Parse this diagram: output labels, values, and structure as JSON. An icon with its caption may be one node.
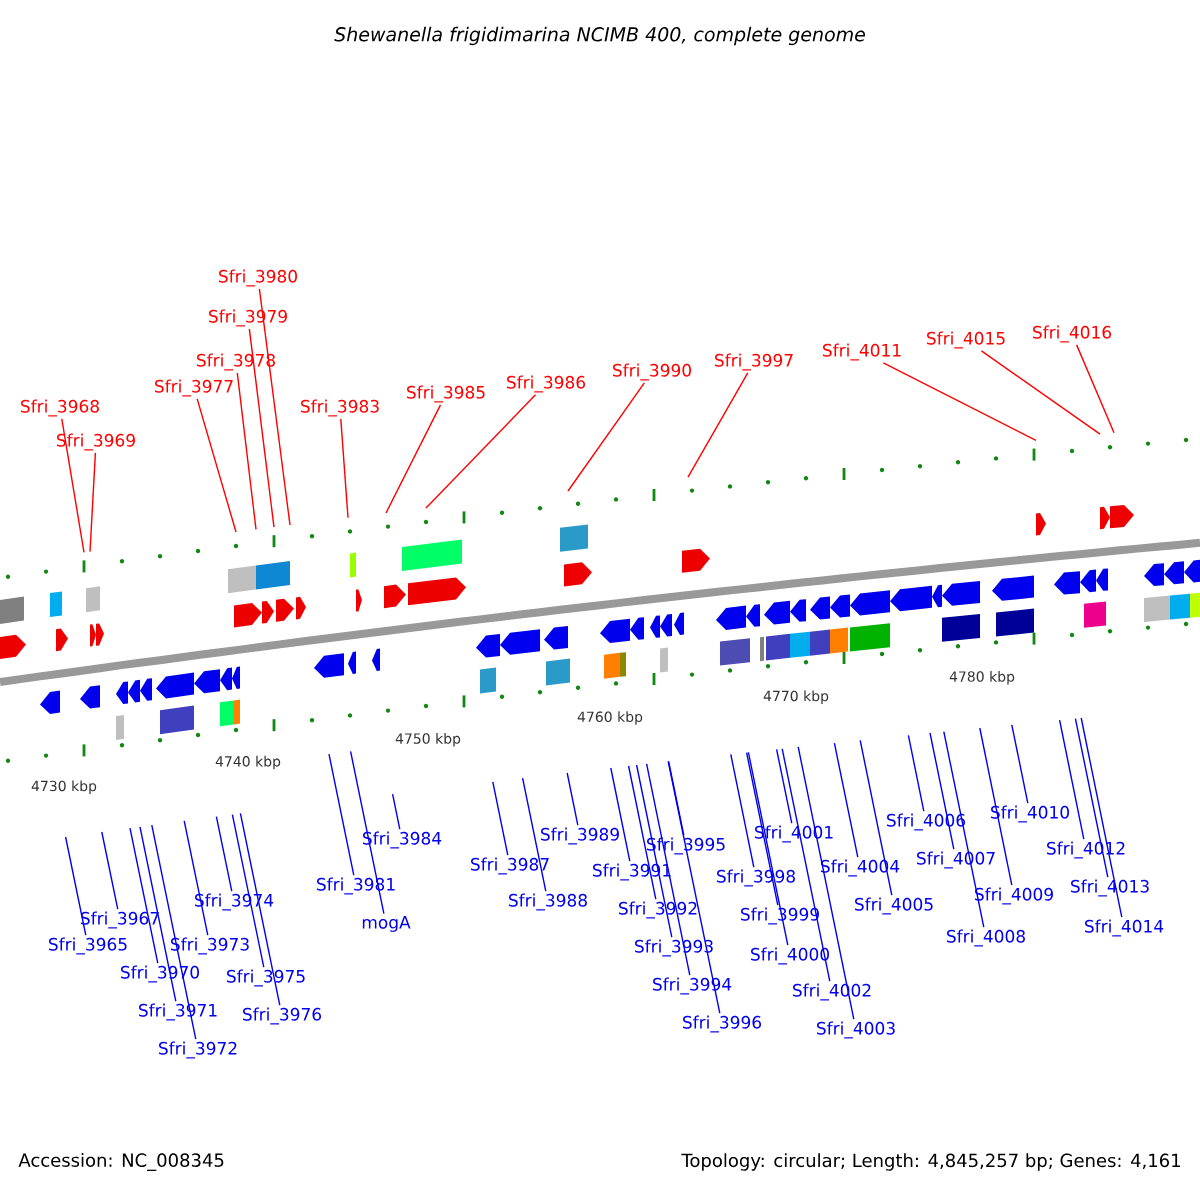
{
  "diagram": {
    "title": "Shewanella frigidimarina NCIMB 400, complete genome",
    "nodes": [
      {
        "text": [
          "Sfri_3968"
        ]
      },
      {
        "text": [
          "Sfri_3969"
        ]
      },
      {
        "text": [
          "Sfri_3977"
        ]
      },
      {
        "text": [
          "Sfri_3978"
        ]
      },
      {
        "text": [
          "Sfri_3979"
        ]
      },
      {
        "text": [
          "Sfri_3980"
        ]
      },
      {
        "text": [
          "Sfri_3983"
        ]
      },
      {
        "text": [
          "Sfri_3985"
        ]
      },
      {
        "text": [
          "Sfri_3986"
        ]
      },
      {
        "text": [
          "Sfri_3990"
        ]
      },
      {
        "text": [
          "Sfri_3997"
        ]
      },
      {
        "text": [
          "Sfri_4011"
        ]
      },
      {
        "text": [
          "Sfri_4015"
        ]
      },
      {
        "text": [
          "Sfri_4016"
        ]
      },
      {
        "text": [
          "Sfri_3965"
        ]
      },
      {
        "text": [
          "Sfri_3967"
        ]
      },
      {
        "text": [
          "Sfri_3970"
        ]
      },
      {
        "text": [
          "Sfri_3971"
        ]
      },
      {
        "text": [
          "Sfri_3972"
        ]
      },
      {
        "text": [
          "Sfri_3973"
        ]
      },
      {
        "text": [
          "Sfri_3974"
        ]
      },
      {
        "text": [
          "Sfri_3975"
        ]
      },
      {
        "text": [
          "Sfri_3976"
        ]
      },
      {
        "text": [
          "Sfri_3981"
        ]
      },
      {
        "text": [
          "mogA"
        ]
      },
      {
        "text": [
          "Sfri_3984"
        ]
      },
      {
        "text": [
          "Sfri_3987"
        ]
      },
      {
        "text": [
          "Sfri_3988"
        ]
      },
      {
        "text": [
          "Sfri_3989"
        ]
      },
      {
        "text": [
          "Sfri_3991"
        ]
      },
      {
        "text": [
          "Sfri_3992"
        ]
      },
      {
        "text": [
          "Sfri_3993"
        ]
      },
      {
        "text": [
          "Sfri_3994"
        ]
      },
      {
        "text": [
          "Sfri_3995"
        ]
      },
      {
        "text": [
          "Sfri_3996"
        ]
      },
      {
        "text": [
          "Sfri_3998"
        ]
      },
      {
        "text": [
          "Sfri_3999"
        ]
      },
      {
        "text": [
          "Sfri_4000"
        ]
      },
      {
        "text": [
          "Sfri_4001"
        ]
      },
      {
        "text": [
          "Sfri_4002"
        ]
      },
      {
        "text": [
          "Sfri_4003"
        ]
      },
      {
        "text": [
          "Sfri_4004"
        ]
      },
      {
        "text": [
          "Sfri_4005"
        ]
      },
      {
        "text": [
          "Sfri_4006"
        ]
      },
      {
        "text": [
          "Sfri_4007"
        ]
      },
      {
        "text": [
          "Sfri_4008"
        ]
      },
      {
        "text": [
          "Sfri_4009"
        ]
      },
      {
        "text": [
          "Sfri_4010"
        ]
      },
      {
        "text": [
          "Sfri_4012"
        ]
      },
      {
        "text": [
          "Sfri_4013"
        ]
      },
      {
        "text": [
          "Sfri_4014"
        ]
      }
    ],
    "edges": [
      {
        "from": 0,
        "to": null,
        "arrow": "none",
        "color": "#ff0000"
      },
      {
        "from": 1,
        "to": null,
        "arrow": "none",
        "color": "#ff0000"
      },
      {
        "from": 2,
        "to": null,
        "arrow": "none",
        "color": "#ff0000"
      },
      {
        "from": 3,
        "to": null,
        "arrow": "none",
        "color": "#ff0000"
      },
      {
        "from": 4,
        "to": null,
        "arrow": "none",
        "color": "#ff0000"
      },
      {
        "from": 5,
        "to": null,
        "arrow": "none",
        "color": "#ff0000"
      },
      {
        "from": 6,
        "to": null,
        "arrow": "none",
        "color": "#ff0000"
      },
      {
        "from": 7,
        "to": null,
        "arrow": "none",
        "color": "#ff0000"
      },
      {
        "from": 8,
        "to": null,
        "arrow": "none",
        "color": "#ff0000"
      },
      {
        "from": 9,
        "to": null,
        "arrow": "none",
        "color": "#ff0000"
      },
      {
        "from": 10,
        "to": null,
        "arrow": "none",
        "color": "#ff0000"
      },
      {
        "from": 11,
        "to": null,
        "arrow": "none",
        "color": "#ff0000"
      },
      {
        "from": 12,
        "to": null,
        "arrow": "none",
        "color": "#ff0000"
      },
      {
        "from": 13,
        "to": null,
        "arrow": "none",
        "color": "#ff0000"
      },
      {
        "from": 14,
        "to": null,
        "arrow": "none"
      },
      {
        "from": 15,
        "to": null,
        "arrow": "none"
      },
      {
        "from": 16,
        "to": null,
        "arrow": "none"
      },
      {
        "from": 17,
        "to": null,
        "arrow": "none"
      },
      {
        "from": 18,
        "to": null,
        "arrow": "none"
      },
      {
        "from": 19,
        "to": null,
        "arrow": "none"
      },
      {
        "from": 20,
        "to": null,
        "arrow": "none"
      },
      {
        "from": 21,
        "to": null,
        "arrow": "none"
      },
      {
        "from": 22,
        "to": null,
        "arrow": "none"
      },
      {
        "from": 23,
        "to": null,
        "arrow": "none"
      },
      {
        "from": 24,
        "to": null,
        "arrow": "none"
      },
      {
        "from": 25,
        "to": null,
        "arrow": "none"
      },
      {
        "from": 26,
        "to": null,
        "arrow": "none"
      },
      {
        "from": 27,
        "to": null,
        "arrow": "none"
      },
      {
        "from": 28,
        "to": null,
        "arrow": "none"
      },
      {
        "from": 29,
        "to": null,
        "arrow": "none"
      },
      {
        "from": 30,
        "to": null,
        "arrow": "none"
      },
      {
        "from": 31,
        "to": null,
        "arrow": "none"
      },
      {
        "from": 32,
        "to": null,
        "arrow": "none"
      },
      {
        "from": 33,
        "to": null,
        "arrow": "none"
      },
      {
        "from": 34,
        "to": null,
        "arrow": "none"
      },
      {
        "from": 35,
        "to": null,
        "arrow": "none"
      },
      {
        "from": 36,
        "to": null,
        "arrow": "none"
      },
      {
        "from": 37,
        "to": null,
        "arrow": "none"
      },
      {
        "from": 38,
        "to": null,
        "arrow": "none"
      },
      {
        "from": 39,
        "to": null,
        "arrow": "none"
      },
      {
        "from": 40,
        "to": null,
        "arrow": "none"
      },
      {
        "from": 41,
        "to": null,
        "arrow": "none"
      },
      {
        "from": 42,
        "to": null,
        "arrow": "none"
      },
      {
        "from": 43,
        "to": null,
        "arrow": "none"
      },
      {
        "from": 44,
        "to": null,
        "arrow": "none"
      },
      {
        "from": 45,
        "to": null,
        "arrow": "none"
      },
      {
        "from": 46,
        "to": null,
        "arrow": "none"
      },
      {
        "from": 47,
        "to": null,
        "arrow": "none"
      },
      {
        "from": 48,
        "to": null,
        "arrow": "none"
      },
      {
        "from": 49,
        "to": null,
        "arrow": "none"
      },
      {
        "from": 50,
        "to": null,
        "arrow": "none"
      }
    ],
    "labels": [
      "4730 kbp",
      "4740 kbp",
      "4750 kbp",
      "4760 kbp",
      "4770 kbp",
      "4780 kbp",
      "Accession: NC_008345",
      "Topology: circular; Length: 4,845,257 bp; Genes: 4,161"
    ]
  }
}
